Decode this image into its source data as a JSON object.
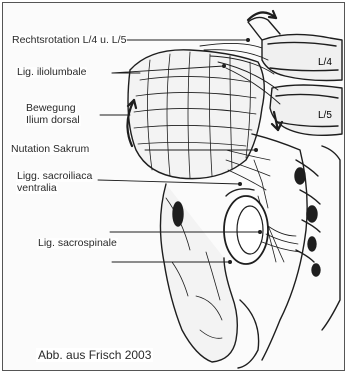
{
  "labels": {
    "rotation": "Rechtsrotation L/4 u. L/5",
    "iliolumbale": "Lig. iliolumbale",
    "bewegung_line1": "Bewegung",
    "bewegung_line2": "Ilium dorsal",
    "nutation": "Nutation Sakrum",
    "sacroiliaca_line1": "Ligg. sacroiliaca",
    "sacroiliaca_line2": "ventralia",
    "sacrospinale": "Lig. sacrospinale"
  },
  "vertebra_labels": {
    "l4": "L/4",
    "l5": "L/5"
  },
  "caption": "Abb. aus Frisch 2003",
  "colors": {
    "ink": "#1e1e1e",
    "paper": "#fbfbfb"
  }
}
